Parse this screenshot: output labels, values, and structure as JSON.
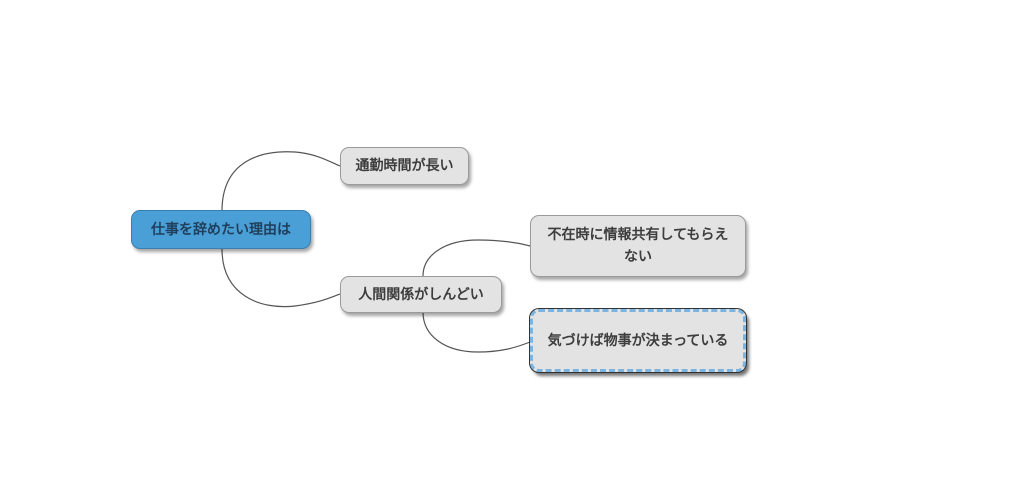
{
  "mindmap": {
    "root": {
      "label": "仕事を辞めたい理由は"
    },
    "branches": [
      {
        "label": "通勤時間が長い"
      },
      {
        "label": "人間関係がしんどい"
      }
    ],
    "leaves": [
      {
        "label": "不在時に情報共有してもらえない"
      },
      {
        "label": "気づけば物事が決まっている",
        "selected": true
      }
    ],
    "colors": {
      "root_fill": "#4a9fd6",
      "node_fill": "#e3e3e3",
      "edge": "#555555",
      "selection_dash": "#7db4df"
    }
  }
}
